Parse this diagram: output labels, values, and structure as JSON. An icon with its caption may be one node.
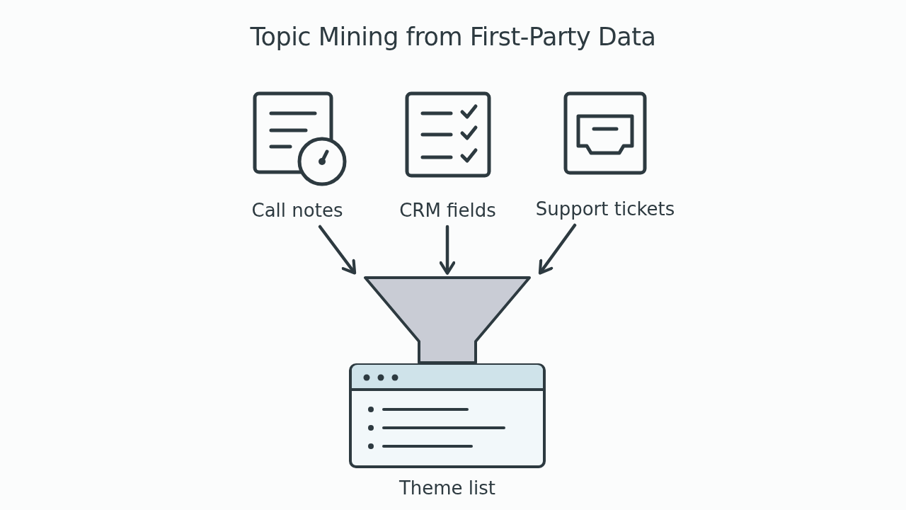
{
  "diagram": {
    "title": "Topic Mining from First-Party Data",
    "nodes": [
      {
        "text": [
          "Call notes"
        ]
      },
      {
        "text": [
          "CRM fields"
        ]
      },
      {
        "text": [
          "Support tickets"
        ]
      },
      {
        "text": [],
        "shape": "funnel"
      },
      {
        "text": [
          "Theme list"
        ]
      }
    ],
    "edges": [
      {
        "from": 0,
        "to": 3,
        "arrow": "to"
      },
      {
        "from": 1,
        "to": 3,
        "arrow": "to"
      },
      {
        "from": 2,
        "to": 3,
        "arrow": "to"
      }
    ]
  }
}
